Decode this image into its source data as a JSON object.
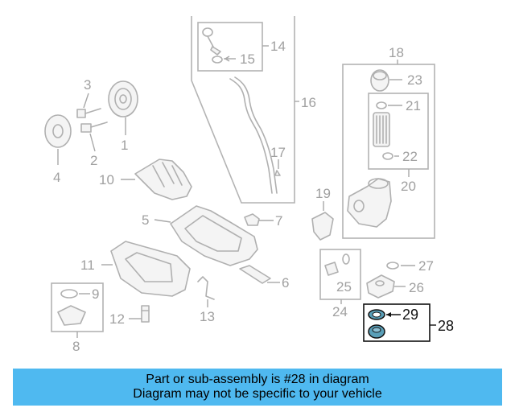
{
  "callouts": {
    "c1": "1",
    "c2": "2",
    "c3": "3",
    "c4": "4",
    "c5": "5",
    "c6": "6",
    "c7": "7",
    "c8": "8",
    "c9": "9",
    "c10": "10",
    "c11": "11",
    "c12": "12",
    "c13": "13",
    "c14": "14",
    "c15": "15",
    "c16": "16",
    "c17": "17",
    "c18": "18",
    "c19": "19",
    "c20": "20",
    "c21": "21",
    "c22": "22",
    "c23": "23",
    "c24": "24",
    "c25": "25",
    "c26": "26",
    "c27": "27",
    "c28": "28",
    "c29": "29"
  },
  "highlight": {
    "part": "28",
    "color": "#111111",
    "part_color": "#5a9fb8"
  },
  "banner": {
    "line1": "Part or sub-assembly is #28 in diagram",
    "line2": "Diagram may not be specific to your vehicle",
    "background": "#4fb9f0"
  }
}
